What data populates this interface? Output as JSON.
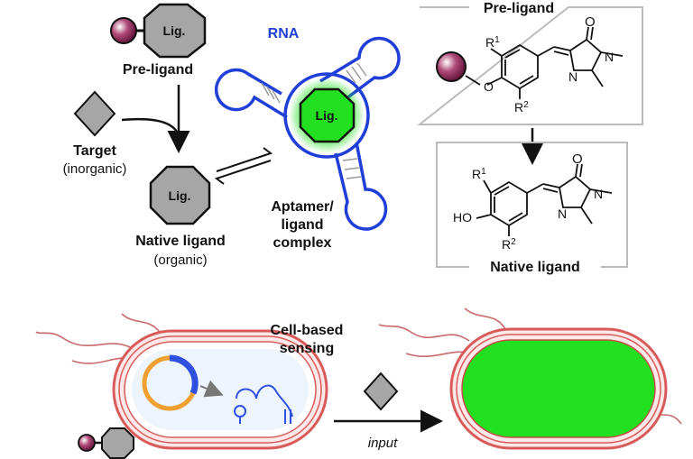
{
  "ligand_label": "Lig.",
  "pre_ligand": "Pre-ligand",
  "target": "Target",
  "target_sub": "(inorganic)",
  "native_ligand": "Native ligand",
  "native_ligand_sub": "(organic)",
  "rna": "RNA",
  "complex_line1": "Aptamer/",
  "complex_line2": "ligand",
  "complex_line3": "complex",
  "chem": {
    "box_top_title": "Pre-ligand",
    "box_bottom_title": "Native ligand",
    "r1": "R",
    "r1_sup": "1",
    "r2": "R",
    "r2_sup": "2",
    "oxygen": "O",
    "nitrogen": "N",
    "carbonyl_o": "O",
    "hydroxyl": "HO"
  },
  "cell_sensing_line1": "Cell-based",
  "cell_sensing_line2": "sensing",
  "input_label": "input",
  "colors": {
    "rna_blue": "#1f3fd8",
    "ligand_green": "#22e01f",
    "octagon_gray": "#a6a6a6",
    "bead_maroon": "#8a2350",
    "cell_wall": "#d95a5a",
    "plasmid_orange": "#f0a030",
    "plasmid_blue": "#2f4fe0"
  }
}
